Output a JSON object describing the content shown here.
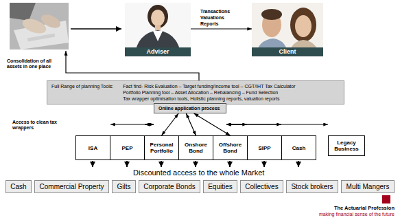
{
  "diagram": {
    "nodes": [
      {
        "text": [
          "Adviser"
        ]
      },
      {
        "text": [
          "Client"
        ]
      },
      {
        "text": [
          "Full Range of planning Tools:",
          "Fact find- Risk Evaluation – Target funding/Income tool – CGT/IHT Tax Calculator",
          "Portfolio Planning tool – Asset Allocation – Rebalancing – Fund Selection",
          "Tax wrapper optimisation tools, Holistic planning reports, valuation reports"
        ]
      },
      {
        "text": [
          "Online application process"
        ]
      },
      {
        "text": [
          "ISA"
        ]
      },
      {
        "text": [
          "PEP"
        ]
      },
      {
        "text": [
          "Personal Portfolio"
        ]
      },
      {
        "text": [
          "Onshore Bond"
        ]
      },
      {
        "text": [
          "Offshore Bond"
        ]
      },
      {
        "text": [
          "SIPP"
        ]
      },
      {
        "text": [
          "Cash"
        ]
      },
      {
        "text": [
          "Legacy Business"
        ]
      },
      {
        "text": [
          "Cash"
        ]
      },
      {
        "text": [
          "Commercial Property"
        ]
      },
      {
        "text": [
          "Gilts"
        ]
      },
      {
        "text": [
          "Corporate Bonds"
        ]
      },
      {
        "text": [
          "Equities"
        ]
      },
      {
        "text": [
          "Collectives"
        ]
      },
      {
        "text": [
          "Stock brokers"
        ]
      },
      {
        "text": [
          "Multi Mangers"
        ]
      }
    ],
    "edges": [
      {
        "from": 0,
        "to": 1,
        "label": "Transactions Valuations Reports",
        "arrow": "to"
      },
      {
        "from": 3,
        "to": 4,
        "arrow": "both"
      },
      {
        "from": 3,
        "to": 5,
        "arrow": "both"
      },
      {
        "from": 3,
        "to": 6,
        "arrow": "both"
      },
      {
        "from": 3,
        "to": 7,
        "arrow": "both"
      },
      {
        "from": 3,
        "to": 8,
        "arrow": "both"
      },
      {
        "from": 3,
        "to": 9,
        "arrow": "both"
      },
      {
        "from": 3,
        "to": 10,
        "arrow": "both"
      },
      {
        "from": 3,
        "to": 11,
        "arrow": "both"
      }
    ],
    "labels": [
      "Consolidation of all assets in one place",
      "Access to clean tax wrappers",
      "Discounted access to the whole Market",
      "The Actuarial Profession",
      "making financial sense of the future"
    ]
  }
}
